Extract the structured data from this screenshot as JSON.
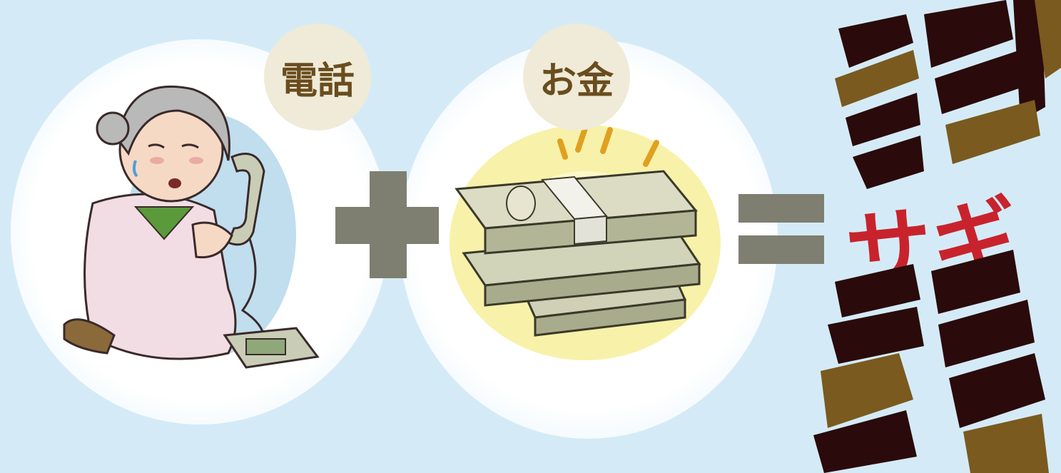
{
  "labels": {
    "phone": "電話",
    "money": "お金"
  },
  "result": {
    "kanji_top": "詐",
    "katakana": "サギ",
    "kanji_bottom": "欺"
  },
  "colors": {
    "background": "#d4ebf7",
    "bubble": "#efebd8",
    "bubble_text": "#6a4d1e",
    "operator": "#7e7f71",
    "scam_dark": "#2a0a0a",
    "scam_brown": "#7a5a1e",
    "scam_red": "#c8232c"
  },
  "icons": [
    "elderly-woman-on-phone-illustration",
    "money-stacks-illustration",
    "plus-icon",
    "equals-icon"
  ]
}
